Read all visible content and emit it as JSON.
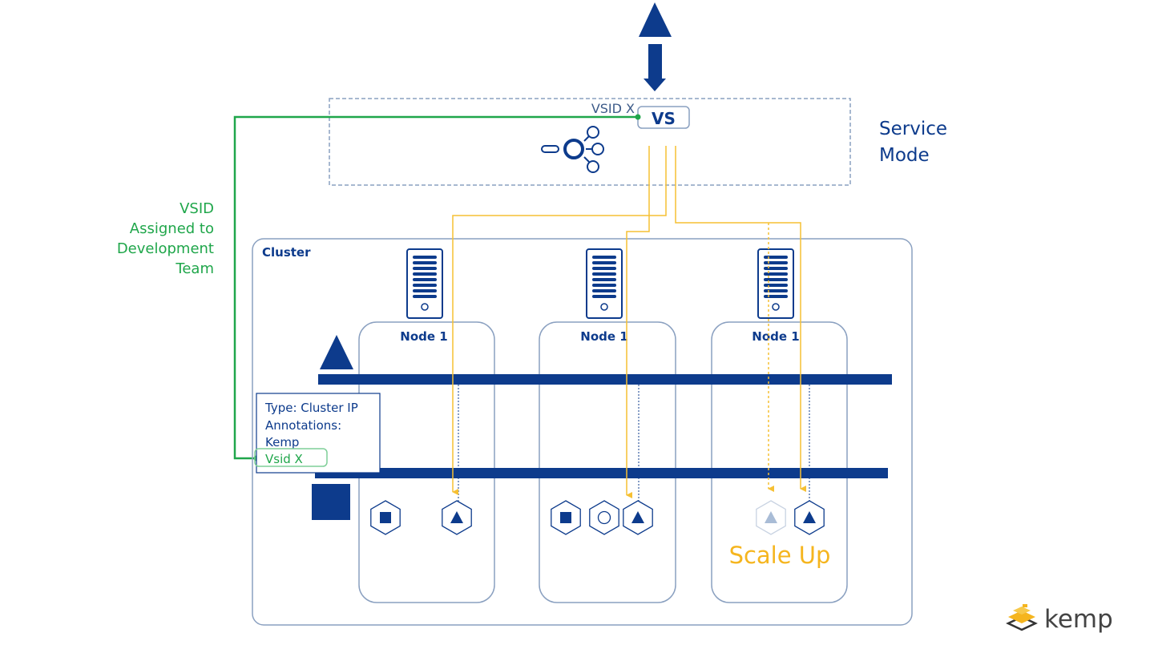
{
  "colors": {
    "navy": "#0d3b8c",
    "outline": "#8aa0c0",
    "green": "#1fa64a",
    "yellow": "#f6c033",
    "scale_up": "#f5b51e",
    "faded": "#a9bcd6"
  },
  "vs": {
    "label": "VS",
    "vsid_label": "VSID X"
  },
  "service_mode": {
    "line1": "Service",
    "line2": "Mode"
  },
  "vsid_note": {
    "line1": "VSID",
    "line2": "Assigned to",
    "line3": "Development",
    "line4": "Team"
  },
  "cluster": {
    "label": "Cluster"
  },
  "nodes": [
    {
      "label": "Node 1"
    },
    {
      "label": "Node 1"
    },
    {
      "label": "Node 1"
    }
  ],
  "service_info": {
    "line1": "Type: Cluster IP",
    "line2": "Annotations:",
    "line3": "Kemp",
    "vsid": "Vsid X"
  },
  "scale_up": "Scale Up",
  "logo": {
    "text": "kemp"
  },
  "icons": [
    "arrow-up-icon",
    "arrow-down-icon",
    "load-balancer-hub-icon",
    "server-icon",
    "pod-square-icon",
    "pod-triangle-icon",
    "pod-circle-icon",
    "triangle-icon",
    "square-icon"
  ]
}
